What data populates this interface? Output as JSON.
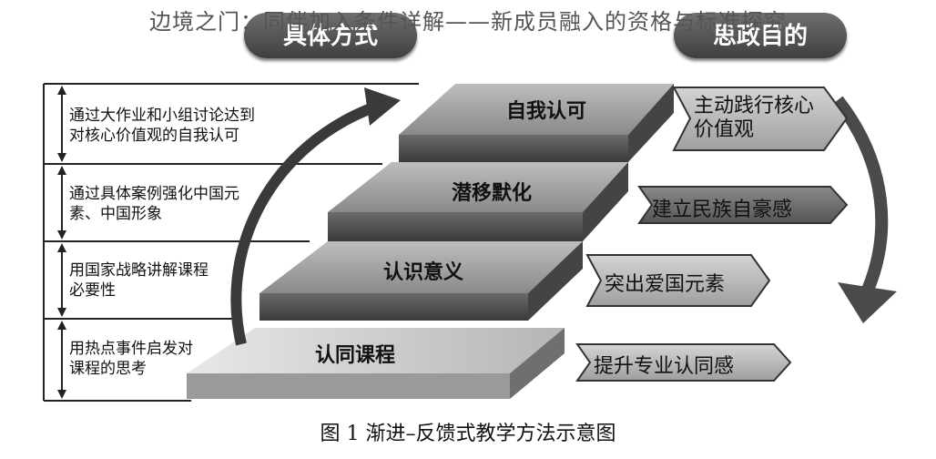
{
  "overlay_title": "边境之门：同伴加入条件详解——新成员融入的资格与标准探究",
  "headers": {
    "left": "具体方式",
    "right": "思政目的"
  },
  "left_methods": [
    "通过大作业和小组讨论达到对核心价值观的自我认可",
    "通过具体案例强化中国元素、中国形象",
    "用国家战略讲解课程必要性",
    "用热点事件启发对课程的思考"
  ],
  "steps": [
    "自我认可",
    "潜移默化",
    "认识意义",
    "认同课程"
  ],
  "goals": [
    "主动践行核心价值观",
    "建立民族自豪感",
    "突出爱国元素",
    "提升专业认同感"
  ],
  "caption": "图 1  渐进–反馈式教学方法示意图"
}
